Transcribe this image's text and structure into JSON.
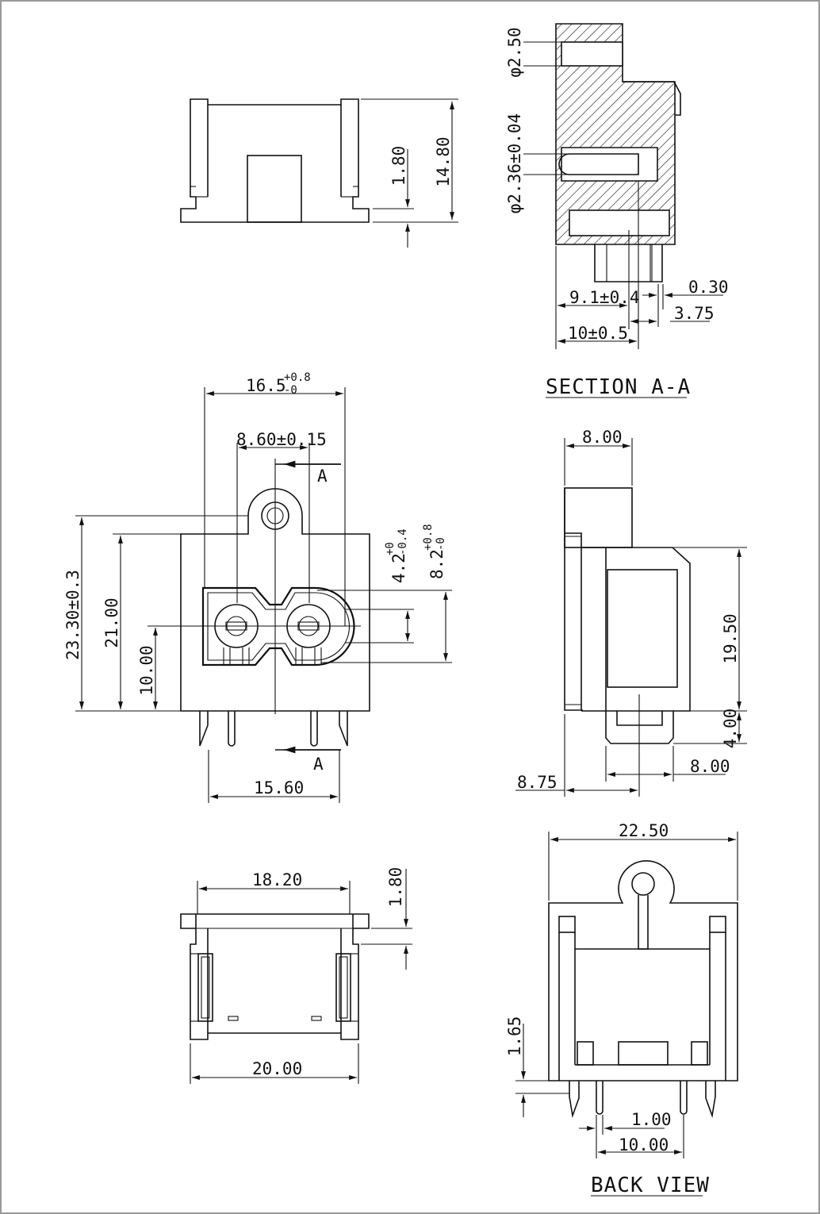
{
  "titles": {
    "section": "SECTION A-A",
    "back": "BACK VIEW"
  },
  "section_marks": {
    "a_top": "A",
    "a_bottom": "A"
  },
  "dims": {
    "d_14_80": "14.80",
    "d_1_80_top": "1.80",
    "d_phi_2_50": "φ2.50",
    "d_phi_2_36": "φ2.36±0.04",
    "d_0_30": "0.30",
    "d_9_1": "9.1±0.4",
    "d_3_75": "3.75",
    "d_10_0_5": "10±0.5",
    "d_16_5": "16.5",
    "d_16_5_tol_up": "+0.8",
    "d_16_5_tol_dn": "-0",
    "d_8_60": "8.60±0.15",
    "d_23_30": "23.30±0.3",
    "d_21_00": "21.00",
    "d_10_00_left": "10.00",
    "d_4_2": "4.2",
    "d_4_2_tol_up": "+0",
    "d_4_2_tol_dn": "-0.4",
    "d_8_2": "8.2",
    "d_8_2_tol_up": "+0.8",
    "d_8_2_tol_dn": "-0",
    "d_15_60": "15.60",
    "d_8_00_top": "8.00",
    "d_19_50": "19.50",
    "d_4_00": "4.00",
    "d_8_00_mid": "8.00",
    "d_8_75": "8.75",
    "d_18_20": "18.20",
    "d_1_80_bottom": "1.80",
    "d_20_00": "20.00",
    "d_22_50": "22.50",
    "d_1_65": "1.65",
    "d_1_00": "1.00",
    "d_10_00_bottom": "10.00"
  }
}
